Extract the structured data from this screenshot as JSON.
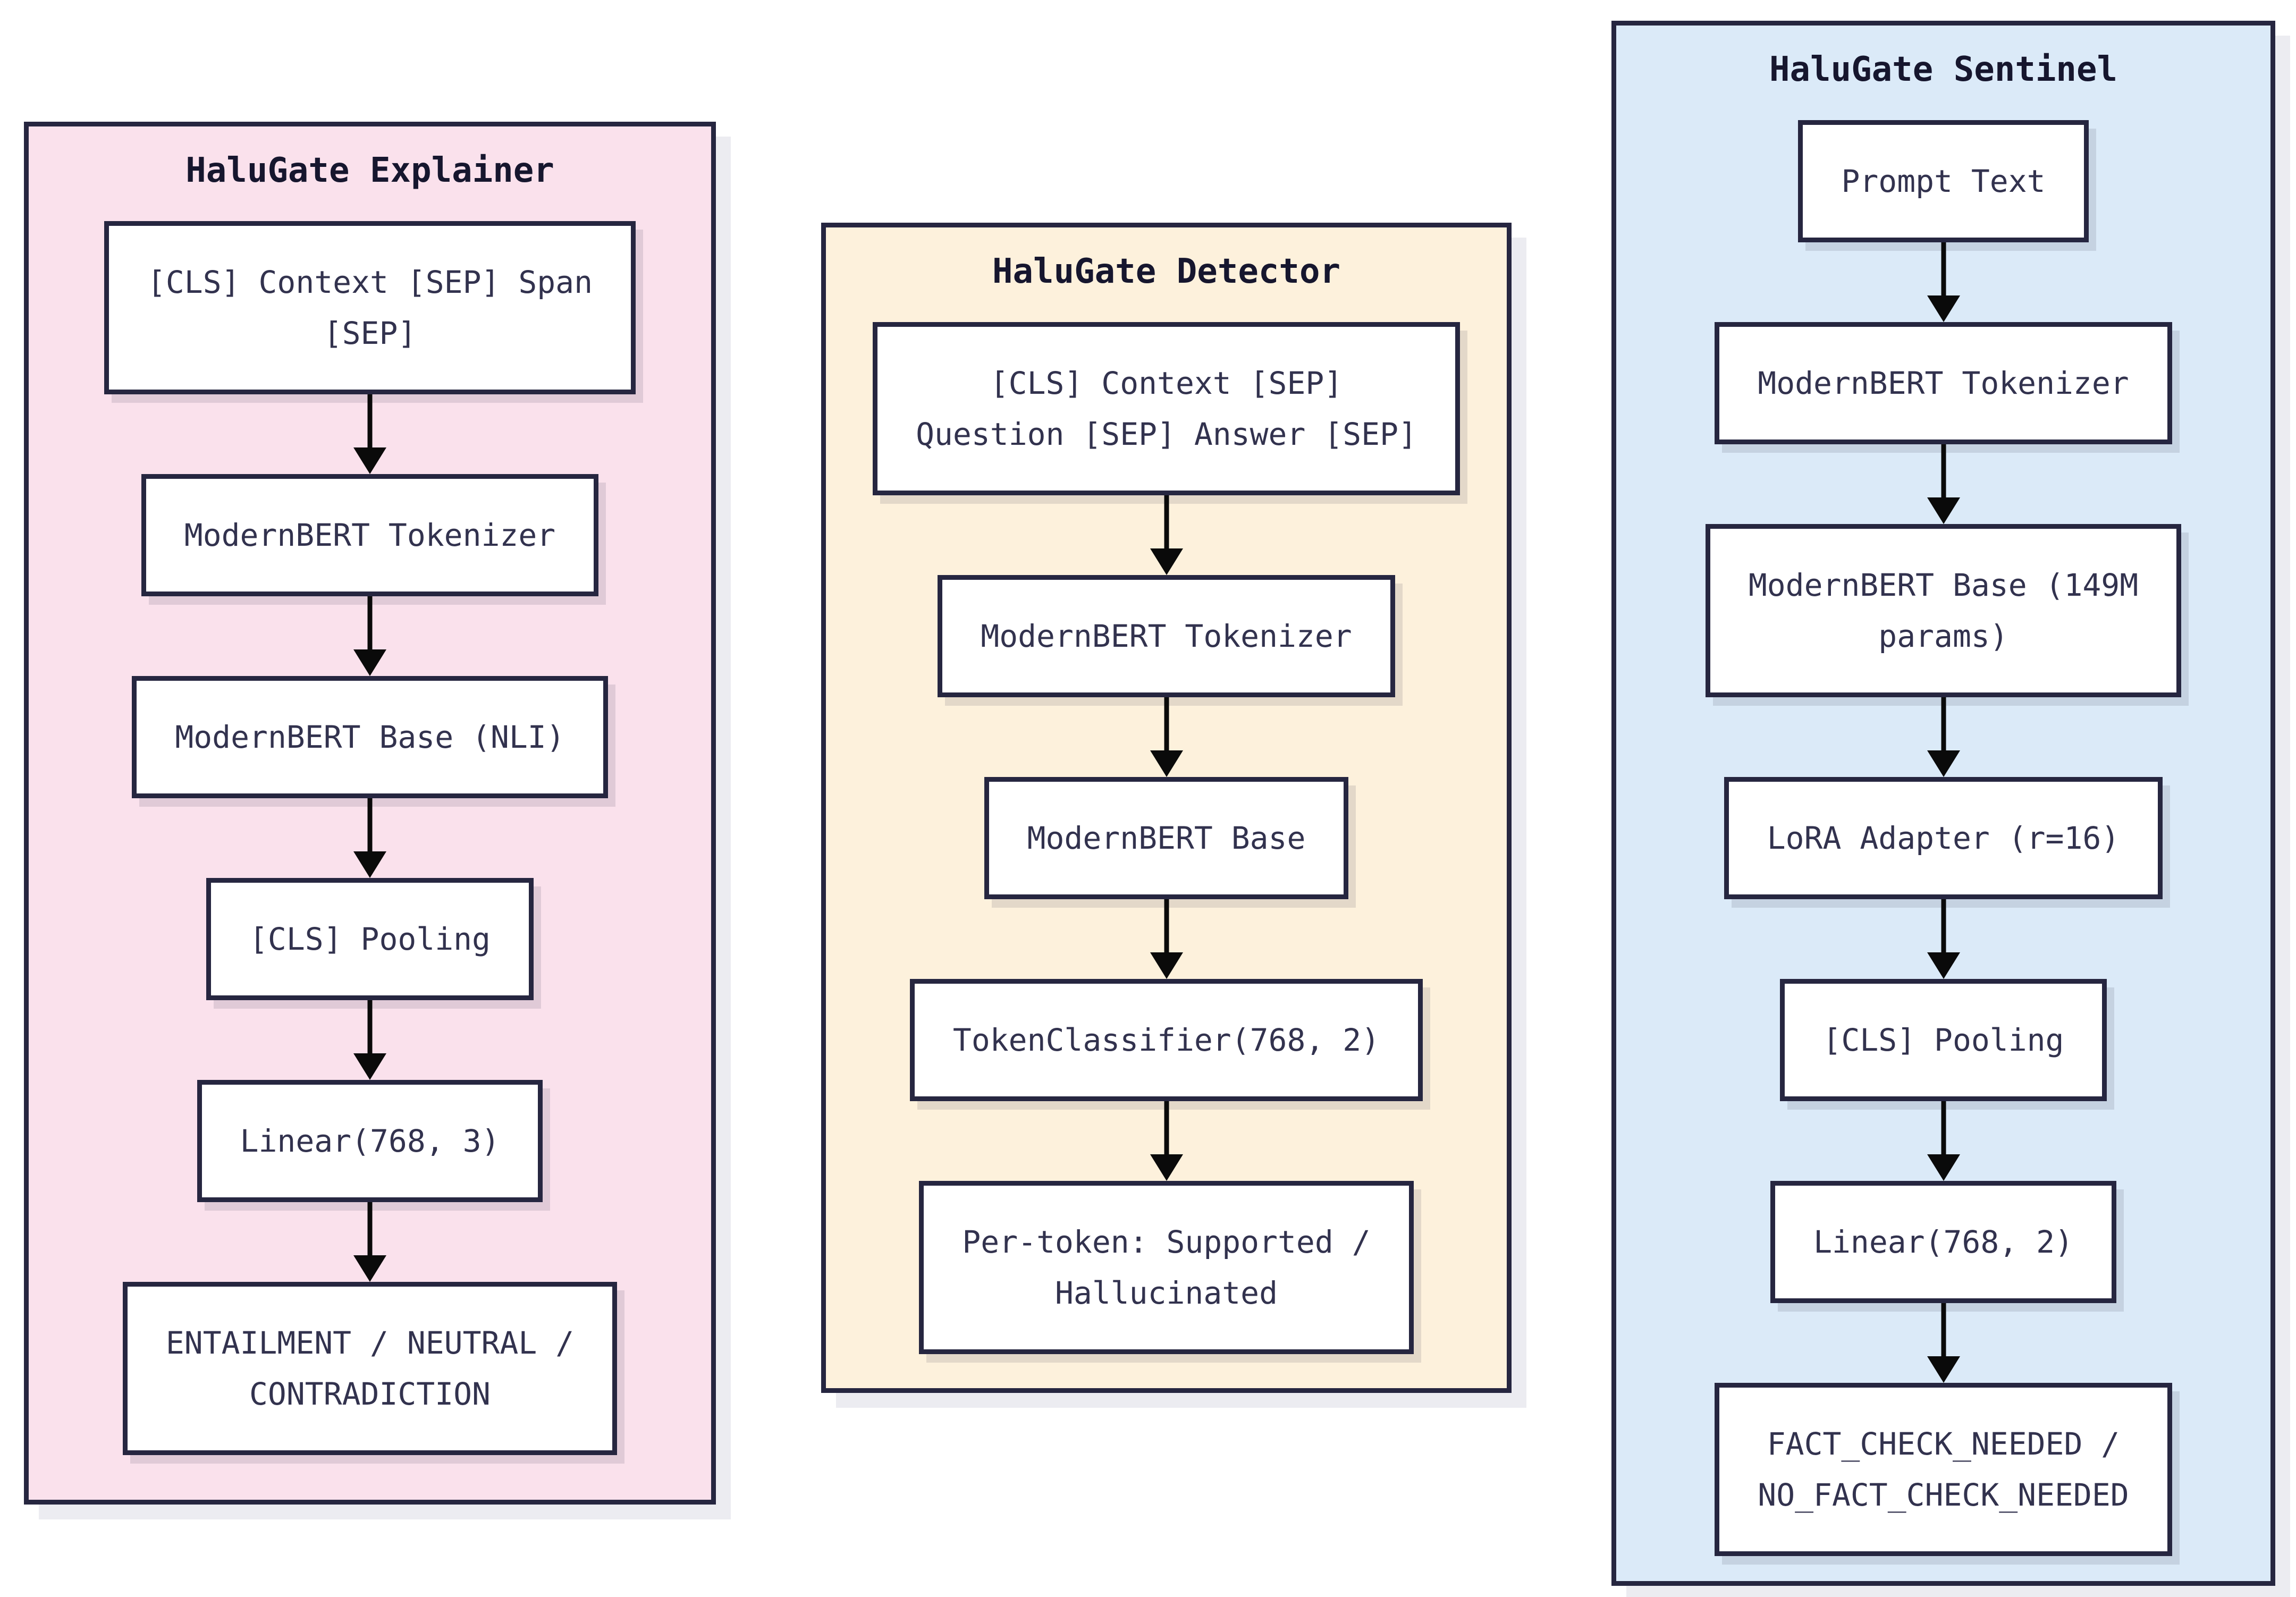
{
  "diagram": {
    "colors": {
      "canvas_bg": "#ffffff",
      "panel_border": "#262640",
      "node_bg": "#ffffff",
      "node_text": "#32324e",
      "title_text": "#16162e",
      "arrow": "#0a0a0a",
      "explainer_bg": "#fae1ec",
      "detector_bg": "#fdf1dc",
      "sentinel_bg": "#dbeaf8"
    },
    "panels": [
      {
        "title": "HaluGate Explainer",
        "bg": "#fae1ec",
        "nodes": [
          {
            "label": "[CLS] Context [SEP] Span [SEP]",
            "lines": [
              "[CLS] Context [SEP] Span",
              "[SEP]"
            ]
          },
          {
            "label": "ModernBERT Tokenizer",
            "lines": [
              "ModernBERT Tokenizer"
            ]
          },
          {
            "label": "ModernBERT Base (NLI)",
            "lines": [
              "ModernBERT Base (NLI)"
            ]
          },
          {
            "label": "[CLS] Pooling",
            "lines": [
              "[CLS] Pooling"
            ]
          },
          {
            "label": "Linear(768, 3)",
            "lines": [
              "Linear(768, 3)"
            ]
          },
          {
            "label": "ENTAILMENT / NEUTRAL / CONTRADICTION",
            "lines": [
              "ENTAILMENT / NEUTRAL /",
              "CONTRADICTION"
            ]
          }
        ]
      },
      {
        "title": "HaluGate Detector",
        "bg": "#fdf1dc",
        "nodes": [
          {
            "label": "[CLS] Context [SEP] Question [SEP] Answer [SEP]",
            "lines": [
              "[CLS] Context [SEP]",
              "Question [SEP] Answer [SEP]"
            ]
          },
          {
            "label": "ModernBERT Tokenizer",
            "lines": [
              "ModernBERT Tokenizer"
            ]
          },
          {
            "label": "ModernBERT Base",
            "lines": [
              "ModernBERT Base"
            ]
          },
          {
            "label": "TokenClassifier(768, 2)",
            "lines": [
              "TokenClassifier(768, 2)"
            ]
          },
          {
            "label": "Per-token: Supported / Hallucinated",
            "lines": [
              "Per-token: Supported /",
              "Hallucinated"
            ]
          }
        ]
      },
      {
        "title": "HaluGate Sentinel",
        "bg": "#dbeaf8",
        "nodes": [
          {
            "label": "Prompt Text",
            "lines": [
              "Prompt Text"
            ]
          },
          {
            "label": "ModernBERT Tokenizer",
            "lines": [
              "ModernBERT Tokenizer"
            ]
          },
          {
            "label": "ModernBERT Base (149M params)",
            "lines": [
              "ModernBERT Base (149M",
              "params)"
            ]
          },
          {
            "label": "LoRA Adapter (r=16)",
            "lines": [
              "LoRA Adapter (r=16)"
            ]
          },
          {
            "label": "[CLS] Pooling",
            "lines": [
              "[CLS] Pooling"
            ]
          },
          {
            "label": "Linear(768, 2)",
            "lines": [
              "Linear(768, 2)"
            ]
          },
          {
            "label": "FACT_CHECK_NEEDED / NO_FACT_CHECK_NEEDED",
            "lines": [
              "FACT_CHECK_NEEDED /",
              "NO_FACT_CHECK_NEEDED"
            ]
          }
        ]
      }
    ]
  }
}
